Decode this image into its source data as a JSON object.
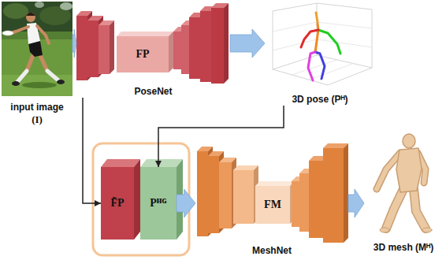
{
  "diagram": {
    "nodes": [
      {
        "text": [
          "input image",
          "(I)"
        ]
      },
      {
        "text": [
          "PoseNet"
        ]
      },
      {
        "text": [
          "FP"
        ],
        "in": 1
      },
      {
        "text": [
          "3D pose (Pᴴ)"
        ]
      },
      {
        "text": [
          "F̃P"
        ]
      },
      {
        "text": [
          "Pᴴᴳ"
        ]
      },
      {
        "text": [
          "MeshNet"
        ]
      },
      {
        "text": [
          "FM"
        ],
        "in": 6
      },
      {
        "text": [
          "3D mesh (Mᴴ)"
        ]
      }
    ],
    "edges": [
      {
        "from": 0,
        "to": 1,
        "arrow": "to"
      },
      {
        "from": 1,
        "to": 3,
        "arrow": "to"
      },
      {
        "from": 1,
        "to": 4,
        "arrow": "to"
      },
      {
        "from": 3,
        "to": 5,
        "arrow": "to"
      },
      {
        "from": 5,
        "to": 6,
        "arrow": "to"
      },
      {
        "from": 6,
        "to": 8,
        "arrow": "to"
      }
    ]
  }
}
